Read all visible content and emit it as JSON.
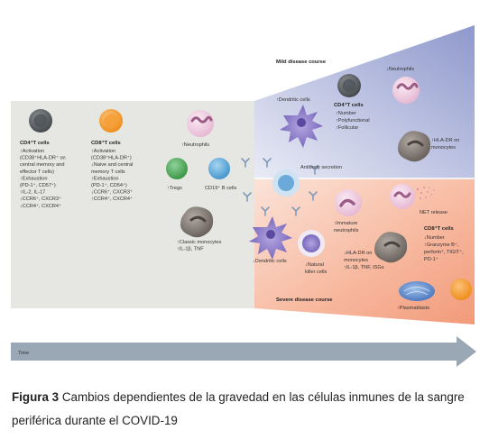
{
  "timeline": {
    "label": "Time"
  },
  "mild": {
    "title": "Mild disease course",
    "dendritic": "↑Dendritic cells",
    "cd4_title": "CD4⁺T cells",
    "cd4_lines": [
      "↑Number",
      "↑Polyfunctional",
      "↑Follicular"
    ],
    "neutrophils": "↓Neutrophils",
    "hla": [
      "↑HLA-DR on",
      "monocytes"
    ]
  },
  "baseline": {
    "cd4_title": "CD4⁺T cells",
    "cd4_lines": [
      "↑Activation",
      "(CD38⁺HLA-DR⁺ on",
      "central memory and",
      "effector T cells)",
      "↑Exhaustion",
      "(PD-1⁺, CD57⁺)",
      "↑IL-2, IL-17",
      "↓CCR6⁺, CXCR3⁺",
      "↓CCR4⁺, CXCR4⁺"
    ],
    "cd8_title": "CD8⁺T cells",
    "cd8_lines": [
      "↑Activation",
      "(CD38⁺HLA-DR⁺)",
      "↓Naive and central",
      "memory T cells",
      "↑Exhaustion",
      "(PD-1⁺, CD54⁺)",
      "↓CCR6⁺, CXCR3⁺",
      "↑CCR4⁺, CXCR4⁺"
    ],
    "neutrophils": "↑Neutrophils",
    "tregs": "↑Tregs",
    "bcells": "CD19⁺ B cells",
    "monocytes": [
      "↑Classic monocytes",
      "↑IL-1β, TNF"
    ]
  },
  "center": {
    "antibody": "Antibody secretion"
  },
  "severe": {
    "title": "Severe disease course",
    "dendritic": "↓Dendritic cells",
    "nk": [
      "↓Natural",
      "killer cells"
    ],
    "immature": [
      "↑Immature",
      "neutrophils"
    ],
    "hla": [
      "↓HLA-DR on",
      "monocytes",
      "↑IL-1β, TNF, ISGs"
    ],
    "net": "NET release",
    "cd8_title": "CD8⁺T cells",
    "cd8_lines": [
      "↓Number",
      "↑Granzyme B⁺,",
      "perforin⁺, TIGIT⁺,",
      "PD-1⁺"
    ],
    "plasmablasts": "↑Plasmablasts"
  },
  "caption": {
    "label": "Figura 3",
    "text": "Cambios dependientes de la gravedad en las células inmunes de la sangre periférica durante el COVID-19"
  },
  "colors": {
    "baseline_panel": "#e3e4e0",
    "mild_panel": "#aab1d8",
    "severe_panel": "#f4aa8f",
    "timeline_arrow": "#9aa7b5",
    "neutrophil": "#efc8df",
    "treg": "#4aa257",
    "bcell": "#5ea8d8",
    "tcell_cd4": "#5e6469",
    "tcell_cd8": "#f39a28",
    "monocyte": "#857b76",
    "dendritic": "#8673c4",
    "nk": "#6f5fb0",
    "plasmablast": "#4f7fc4"
  }
}
